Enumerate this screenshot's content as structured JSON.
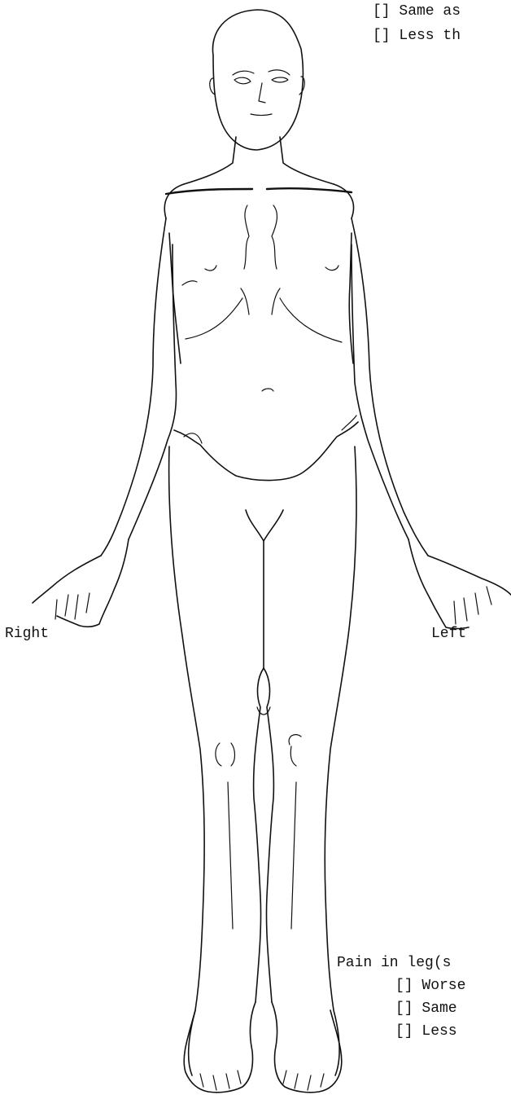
{
  "upper_options": {
    "same": "[] Same as",
    "less": "[] Less th"
  },
  "side_labels": {
    "right": "Right",
    "left": "Left"
  },
  "leg_pain": {
    "question": "Pain in leg(s",
    "worse": "[] Worse",
    "same": "[] Same",
    "less": "[] Less"
  },
  "figure": {
    "icon": "body-diagram-front",
    "ink_color": "#111111"
  }
}
